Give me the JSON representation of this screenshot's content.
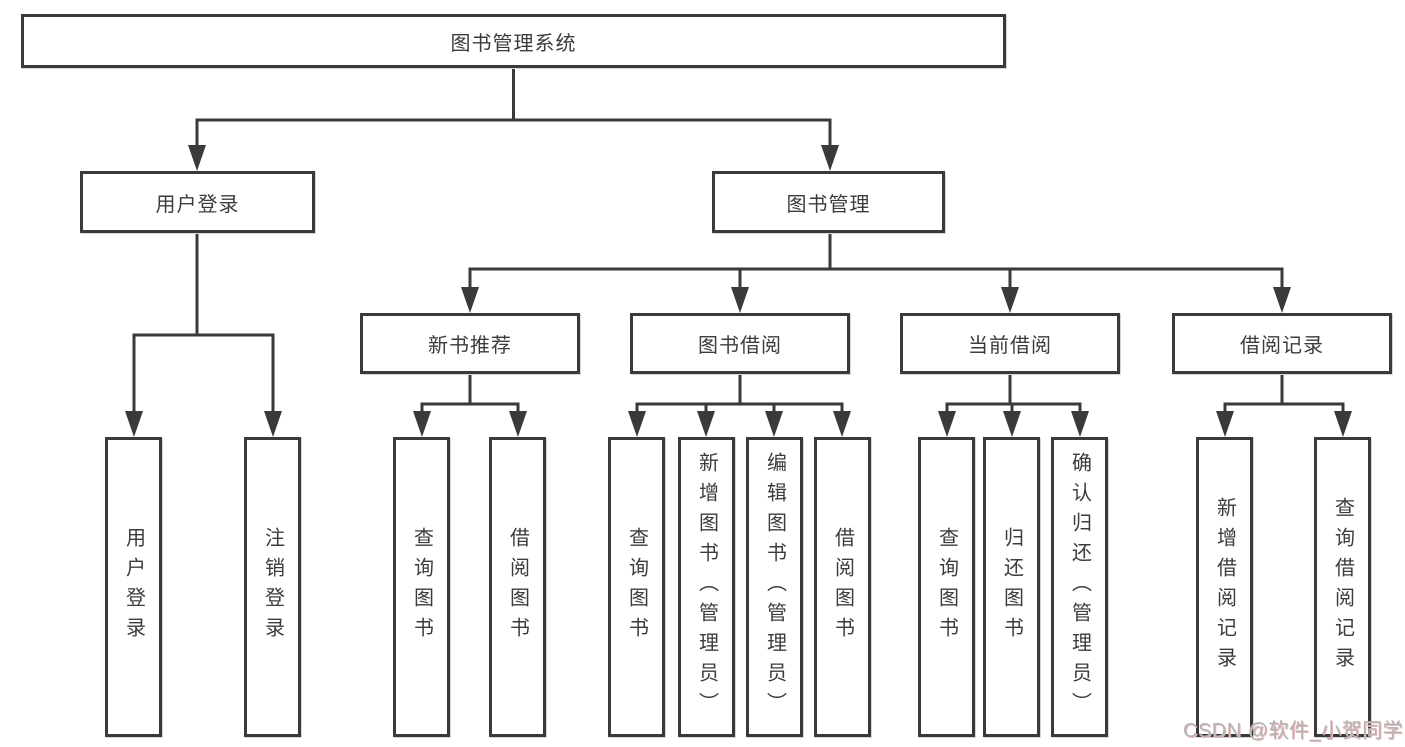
{
  "diagram": {
    "title": "图书管理系统",
    "tree": {
      "label": "图书管理系统",
      "children": [
        {
          "label": "用户登录",
          "children": [
            {
              "label": "用户登录"
            },
            {
              "label": "注销登录"
            }
          ]
        },
        {
          "label": "图书管理",
          "children": [
            {
              "label": "新书推荐",
              "children": [
                {
                  "label": "查询图书"
                },
                {
                  "label": "借阅图书"
                }
              ]
            },
            {
              "label": "图书借阅",
              "children": [
                {
                  "label": "查询图书"
                },
                {
                  "label": "新增图书（管理员）"
                },
                {
                  "label": "编辑图书（管理员）"
                },
                {
                  "label": "借阅图书"
                }
              ]
            },
            {
              "label": "当前借阅",
              "children": [
                {
                  "label": "查询图书"
                },
                {
                  "label": "归还图书"
                },
                {
                  "label": "确认归还（管理员）"
                }
              ]
            },
            {
              "label": "借阅记录",
              "children": [
                {
                  "label": "新增借阅记录"
                },
                {
                  "label": "查询借阅记录"
                }
              ]
            }
          ]
        }
      ]
    },
    "watermark": "CSDN @软件_小贺同学",
    "colors": {
      "line": "#3a3a3a",
      "box_border": "#3a3a3a",
      "box_bg": "#ffffff",
      "text": "#3c3c3c",
      "watermark": "#b4b4b4",
      "watermark_fringe": "#eab3b3"
    }
  }
}
